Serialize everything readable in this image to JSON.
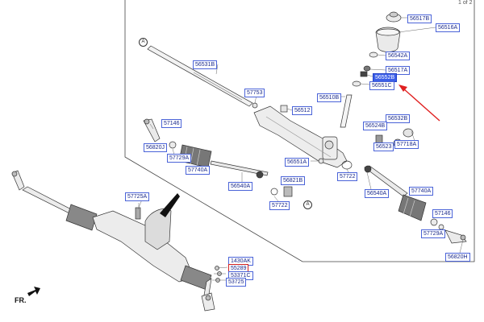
{
  "page_number": "1 of 2",
  "orientation_label": "FR.",
  "ref_marker": "A",
  "colors": {
    "label_border": "#4a63d8",
    "label_text": "#1a2a8c",
    "highlight": "#3b5ee8",
    "arrow": "#e02020",
    "red_border": "#d02020"
  },
  "labels": {
    "p56517B": "56517B",
    "p56516A": "56516A",
    "p56542A": "56542A",
    "p56517A": "56517A",
    "p56552B": "56552B",
    "p56551C": "56551C",
    "p56510B": "56510B",
    "p56531B": "56531B",
    "p57753": "57753",
    "p56512": "56512",
    "p56532B": "56532B",
    "p56524B": "56524B",
    "p56523": "56523",
    "p57718A": "57718A",
    "p57146a": "57146",
    "p56820J": "56820J",
    "p57729Aa": "57729A",
    "p57740Aa": "57740A",
    "p56551A": "56551A",
    "p57722a": "57722",
    "p56540Aa": "56540A",
    "p56821B": "56821B",
    "p57722b": "57722",
    "p56540Ab": "56540A",
    "p57740Ab": "57740A",
    "p57146b": "57146",
    "p57729Ab": "57729A",
    "p56820H": "56820H",
    "p57725A": "57725A",
    "p1430AK": "1430AK",
    "p55289": "55289",
    "p53371C": "53371C",
    "p53725": "53725"
  }
}
